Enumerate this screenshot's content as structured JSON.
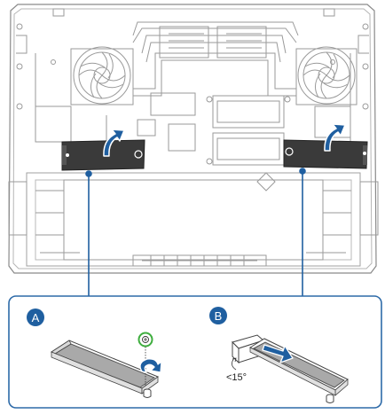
{
  "callouts": [
    {
      "label": "A"
    },
    {
      "label": "B"
    }
  ],
  "angle_label": "<15°",
  "colors": {
    "accent_blue": "#1f5fa0",
    "callout_border": "#2d6aa8",
    "ssd_dark": "#3a3a3a",
    "ssd_light": "#a9a9a9",
    "screw_ring": "#3fae3f",
    "line_art": "#9a9a9a"
  },
  "icons": [
    "lift-arrow-icon",
    "slide-arrow-icon",
    "screw-icon",
    "rotate-arrow-icon"
  ]
}
